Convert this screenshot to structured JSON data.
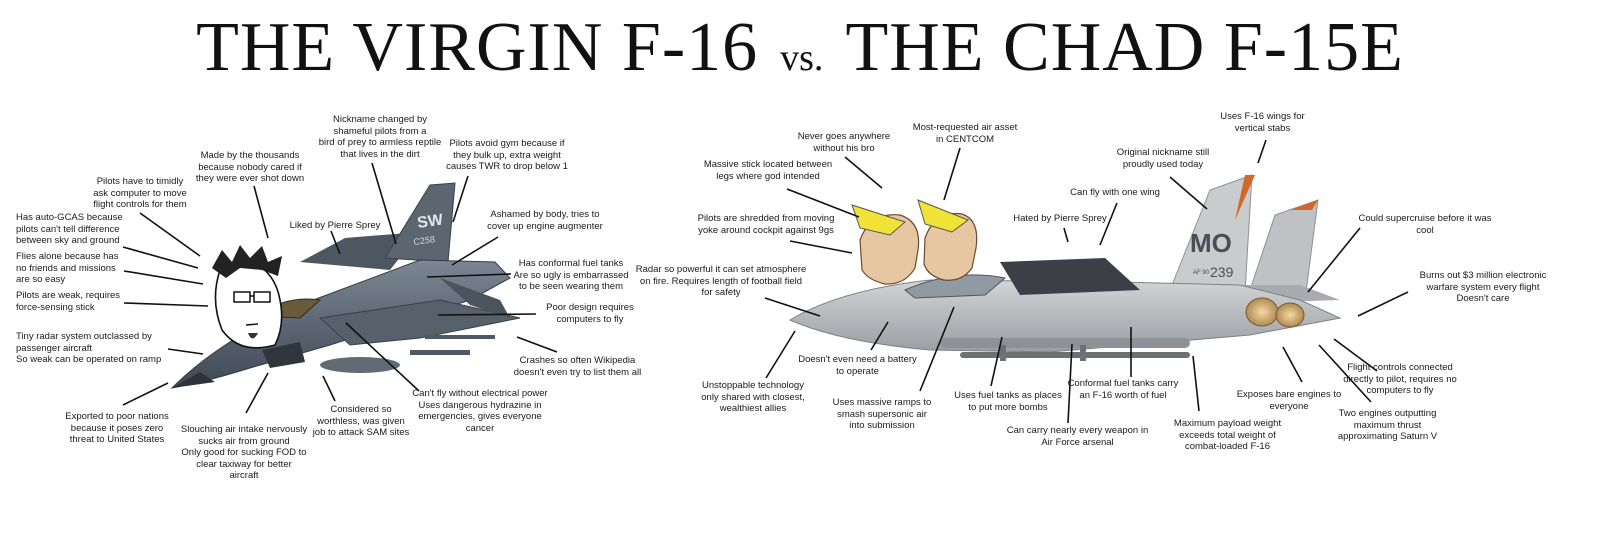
{
  "title": {
    "left": "THE VIRGIN F-16",
    "vs": "vs.",
    "right": "THE CHAD F-15E"
  },
  "jets": {
    "f16_tail_code": "SW",
    "f16_serial": "C258",
    "f15_tail_code": "MO",
    "f15_tail_small": "AF 90",
    "f15_serial": "239"
  },
  "virgin_notes": [
    "Nickname changed by\nshameful pilots from a\nbird of prey to armless reptile\nthat lives in the dirt",
    "Made by the thousands\nbecause nobody cared if\nthey were ever shot down",
    "Pilots avoid gym because if\nthey bulk up, extra weight\ncauses TWR to drop below 1",
    "Pilots have to timidly\nask computer to move\nflight controls for them",
    "Has auto-GCAS because\npilots can't tell difference\nbetween sky and ground",
    "Liked by Pierre Sprey",
    "Ashamed by body, tries to\ncover up engine augmenter",
    "Flies alone because has\nno friends and missions\nare so easy",
    "Has conformal fuel tanks\nAre so ugly is embarrassed\nto be seen wearing them",
    "Pilots are weak, requires\nforce-sensing stick",
    "Poor design requires\ncomputers to fly",
    "Tiny radar system outclassed by\npassenger aircraft\nSo weak can be operated on ramp",
    "Crashes so often Wikipedia\ndoesn't even try to list them all",
    "Can't fly without electrical power\nUses dangerous hydrazine in\nemergencies, gives everyone\ncancer",
    "Exported to poor nations\nbecause it poses zero\nthreat to United States",
    "Considered so\nworthless, was given\njob to attack SAM sites",
    "Slouching air intake nervously\nsucks air from ground\nOnly good for sucking FOD to\nclear taxiway for better\naircraft"
  ],
  "chad_notes": [
    "Never goes anywhere\nwithout his bro",
    "Most-requested air asset\nin CENTCOM",
    "Uses F-16 wings for\nvertical stabs",
    "Original nickname still\nproudly used today",
    "Massive stick located between\nlegs where god intended",
    "Can fly with one wing",
    "Pilots are shredded from moving\nyoke around cockpit against 9gs",
    "Hated by Pierre Sprey",
    "Could supercruise before it was\ncool",
    "Radar so powerful it can set atmosphere\non fire. Requires length of football field\nfor safety",
    "Burns out $3 million electronic\nwarfare system every flight\nDoesn't care",
    "Doesn't even need a battery\nto operate",
    "Unstoppable technology\nonly shared with closest,\nwealthiest allies",
    "Flight controls connected\ndirectly to pilot, requires no\ncomputers to fly",
    "Conformal fuel tanks carry\nan F-16 worth of fuel",
    "Uses massive ramps to\nsmash supersonic air\ninto submission",
    "Uses fuel tanks as places\nto put more bombs",
    "Exposes bare engines to\neveryone",
    "Can carry nearly every weapon in\nAir Force arsenal",
    "Maximum payload weight\nexceeds total weight of\ncombat-loaded F-16",
    "Two engines outputting\nmaximum thrust\napproximating Saturn V"
  ]
}
